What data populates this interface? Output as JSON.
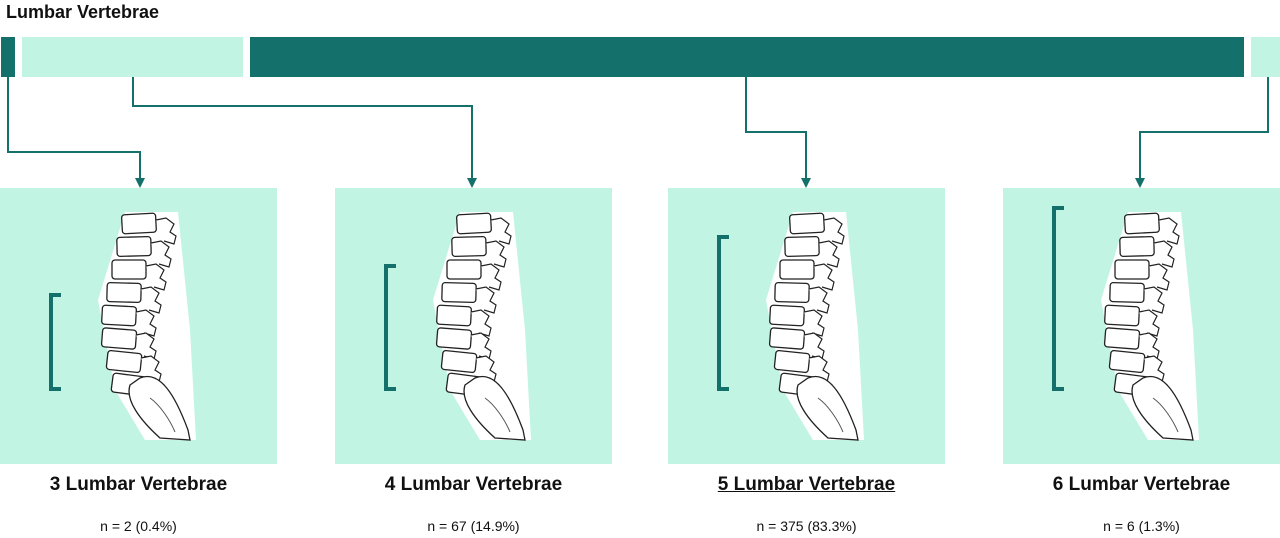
{
  "title": "Lumbar Vertebrae",
  "colors": {
    "dark": "#13706a",
    "light": "#c2f4e4"
  },
  "groups": [
    {
      "label": "3 Lumbar Vertebrae",
      "stat": "n = 2 (0.4%)",
      "n": 2,
      "percent": 0.4,
      "lumbar_count": 3,
      "highlight": false
    },
    {
      "label": "4 Lumbar Vertebrae",
      "stat": "n = 67 (14.9%)",
      "n": 67,
      "percent": 14.9,
      "lumbar_count": 4,
      "highlight": false
    },
    {
      "label": "5 Lumbar Vertebrae",
      "stat": "n = 375 (83.3%)",
      "n": 375,
      "percent": 83.3,
      "lumbar_count": 5,
      "highlight": true
    },
    {
      "label": "6 Lumbar Vertebrae",
      "stat": "n = 6 (1.3%)",
      "n": 6,
      "percent": 1.3,
      "lumbar_count": 6,
      "highlight": false
    }
  ]
}
